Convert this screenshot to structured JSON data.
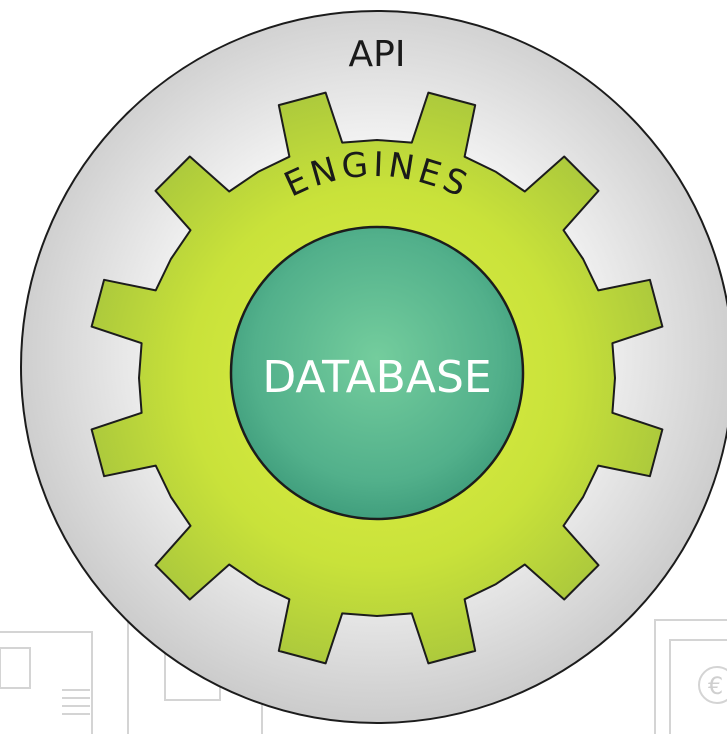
{
  "diagram": {
    "outer_label": "API",
    "middle_label": "ENGINES",
    "inner_label": "DATABASE",
    "colors": {
      "outer_fill_center": "#ffffff",
      "outer_fill_edge": "#c9c9c9",
      "gear_fill_center": "#d6ec3a",
      "gear_fill_edge": "#a8c83a",
      "core_fill_center": "#70c99a",
      "core_fill_edge": "#3f9d7e",
      "stroke": "#1c1c1c",
      "watermark": "#d2d2d2"
    }
  }
}
